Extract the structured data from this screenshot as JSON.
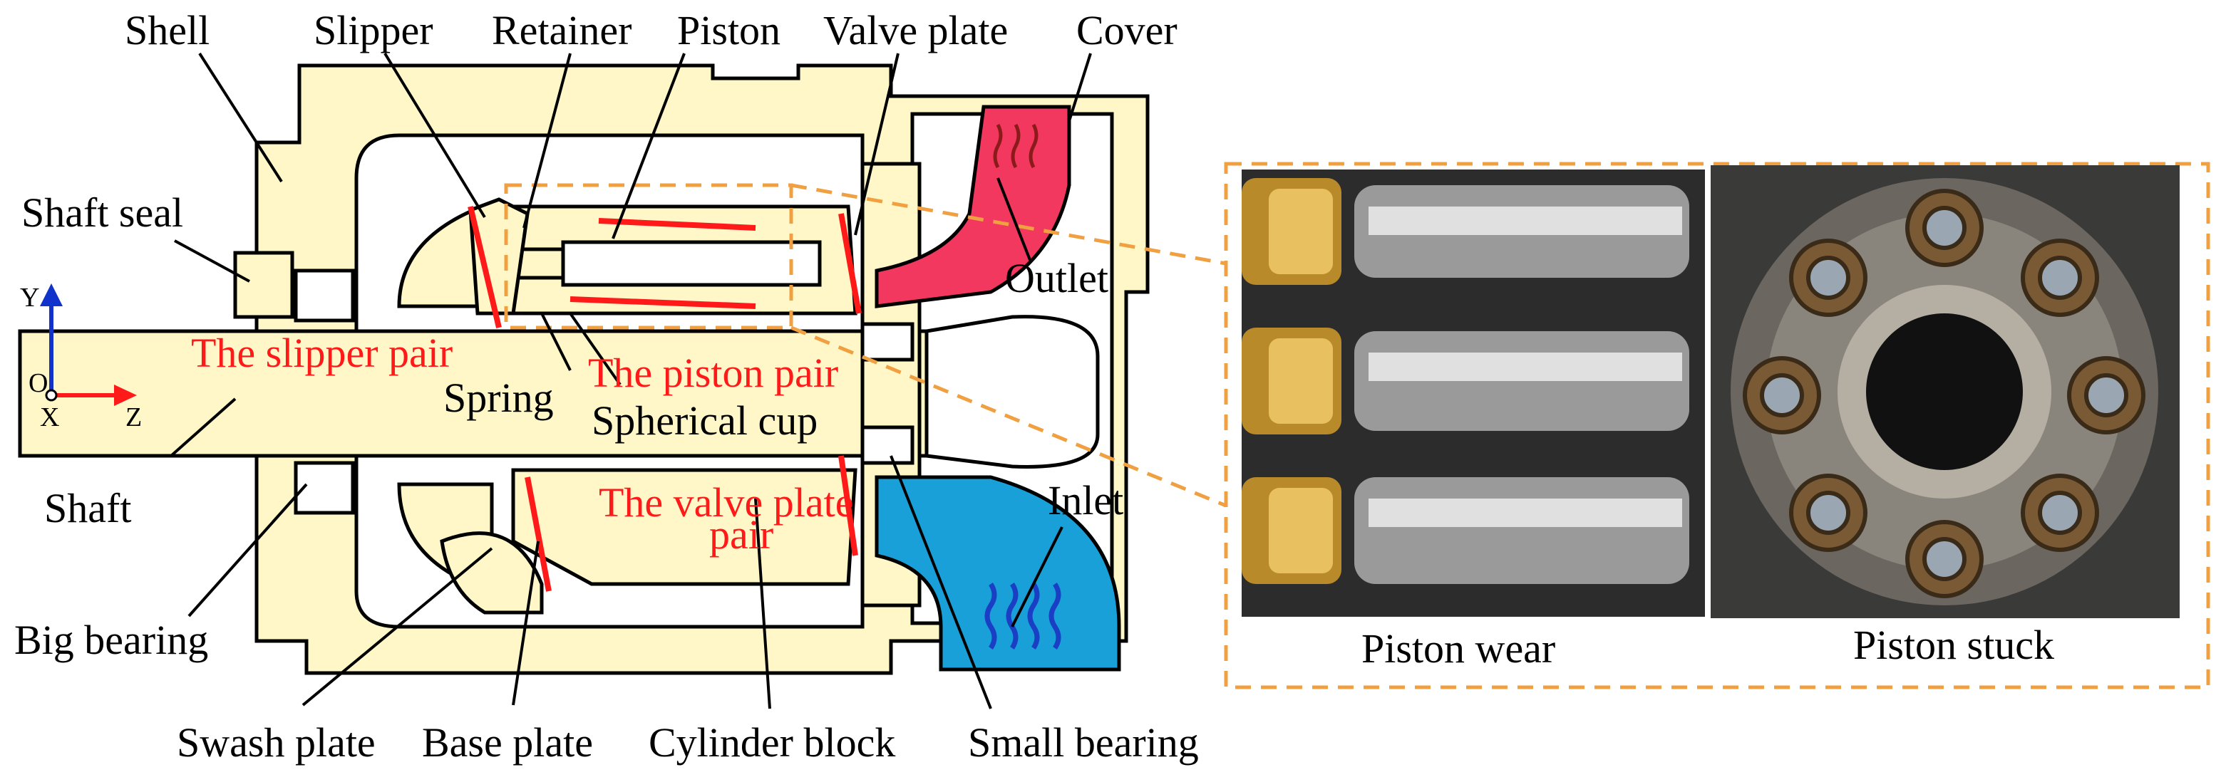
{
  "labels": {
    "shell": "Shell",
    "slipper": "Slipper",
    "retainer": "Retainer",
    "piston": "Piston",
    "valve_plate": "Valve plate",
    "cover": "Cover",
    "shaft_seal": "Shaft seal",
    "outlet": "Outlet",
    "shaft": "Shaft",
    "spring": "Spring",
    "spherical_cup": "Spherical cup",
    "inlet": "Inlet",
    "big_bearing": "Big bearing",
    "swash_plate": "Swash plate",
    "base_plate": "Base plate",
    "cylinder_block": "Cylinder block",
    "small_bearing": "Small bearing"
  },
  "pairs": {
    "slipper_pair": "The slipper pair",
    "piston_pair": "The piston pair",
    "valve_plate_pair_line1": "The valve plate",
    "valve_plate_pair_line2": "pair"
  },
  "axes": {
    "y": "Y",
    "o": "O",
    "x": "X",
    "z": "Z"
  },
  "photos": {
    "left_caption": "Piston wear",
    "right_caption": "Piston stuck"
  },
  "colors": {
    "housing_fill": "#fff7c8",
    "red_highlight": "#ff1a1a",
    "outlet_fill": "#f2385f",
    "inlet_fill": "#1aa0d8",
    "inlet_waves": "#1b3fc4",
    "orange_dash": "#f0a040",
    "axis_blue": "#1133cc"
  }
}
